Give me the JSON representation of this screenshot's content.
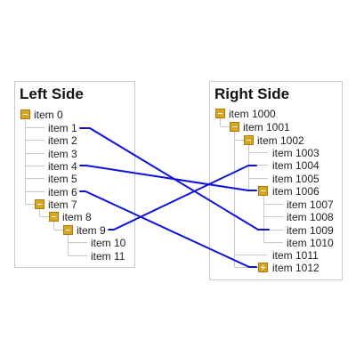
{
  "left": {
    "title": "Left Side",
    "items": {
      "i0": "item 0",
      "i1": "item 1",
      "i2": "item 2",
      "i3": "item 3",
      "i4": "item 4",
      "i5": "item 5",
      "i6": "item 6",
      "i7": "item 7",
      "i8": "item 8",
      "i9": "item 9",
      "i10": "item 10",
      "i11": "item 11"
    }
  },
  "right": {
    "title": "Right Side",
    "items": {
      "i1000": "item 1000",
      "i1001": "item 1001",
      "i1002": "item 1002",
      "i1003": "item 1003",
      "i1004": "item 1004",
      "i1005": "item 1005",
      "i1006": "item 1006",
      "i1007": "item 1007",
      "i1008": "item 1008",
      "i1009": "item 1009",
      "i1010": "item 1010",
      "i1011": "item 1011",
      "i1012": "item 1012"
    }
  },
  "connections": [
    {
      "from": "item 1",
      "to": "item 1009"
    },
    {
      "from": "item 4",
      "to": "item 1006"
    },
    {
      "from": "item 6",
      "to": "item 1012"
    },
    {
      "from": "item 9",
      "to": "item 1004"
    }
  ],
  "colors": {
    "wire": "#1010dd",
    "expander": "#d9a521"
  }
}
